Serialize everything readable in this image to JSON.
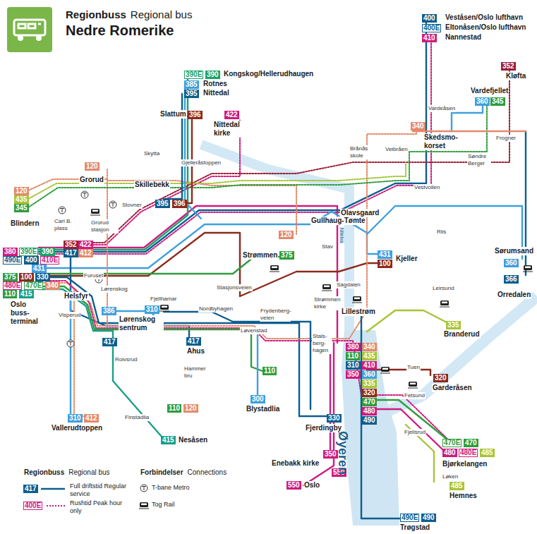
{
  "diagram": {
    "title": "Nedre Romerike",
    "nodes": [
      {
        "text": [
          "400"
        ]
      },
      {
        "text": [
          "400E"
        ]
      },
      {
        "text": [
          "410"
        ]
      },
      {
        "text": [
          "352"
        ]
      },
      {
        "text": [
          "390E"
        ]
      },
      {
        "text": [
          "390"
        ]
      },
      {
        "text": [
          "385"
        ]
      },
      {
        "text": [
          "395"
        ]
      },
      {
        "text": [
          "360"
        ]
      },
      {
        "text": [
          "345"
        ]
      },
      {
        "text": [
          "396"
        ]
      },
      {
        "text": [
          "422"
        ]
      },
      {
        "text": [
          "340"
        ]
      },
      {
        "text": [
          "120"
        ]
      },
      {
        "text": [
          "120"
        ]
      },
      {
        "text": [
          "435"
        ]
      },
      {
        "text": [
          "345"
        ]
      },
      {
        "text": [
          "395"
        ]
      },
      {
        "text": [
          "396"
        ]
      },
      {
        "text": [
          "120"
        ]
      },
      {
        "text": [
          "375"
        ]
      },
      {
        "text": [
          "431"
        ]
      },
      {
        "text": [
          "100"
        ]
      },
      {
        "text": [
          "360"
        ]
      },
      {
        "text": [
          "366"
        ]
      },
      {
        "text": [
          "380"
        ]
      },
      {
        "text": [
          "390E"
        ]
      },
      {
        "text": [
          "390"
        ]
      },
      {
        "text": [
          "352"
        ]
      },
      {
        "text": [
          "422"
        ]
      },
      {
        "text": [
          "417"
        ]
      },
      {
        "text": [
          "412"
        ]
      },
      {
        "text": [
          "490E"
        ]
      },
      {
        "text": [
          "400"
        ]
      },
      {
        "text": [
          "410E"
        ]
      },
      {
        "text": [
          "431"
        ]
      },
      {
        "text": [
          "375"
        ]
      },
      {
        "text": [
          "100"
        ]
      },
      {
        "text": [
          "330"
        ]
      },
      {
        "text": [
          "480E"
        ]
      },
      {
        "text": [
          "470E"
        ]
      },
      {
        "text": [
          "340"
        ]
      },
      {
        "text": [
          "110"
        ]
      },
      {
        "text": [
          "415"
        ]
      },
      {
        "text": [
          "386"
        ]
      },
      {
        "text": [
          "310"
        ]
      },
      {
        "text": [
          "417"
        ]
      },
      {
        "text": [
          "417"
        ]
      },
      {
        "text": [
          "110"
        ]
      },
      {
        "text": [
          "300"
        ]
      },
      {
        "text": [
          "110"
        ]
      },
      {
        "text": [
          "120"
        ]
      },
      {
        "text": [
          "310"
        ]
      },
      {
        "text": [
          "412"
        ]
      },
      {
        "text": [
          "415"
        ]
      },
      {
        "text": [
          "330"
        ]
      },
      {
        "text": [
          "380"
        ]
      },
      {
        "text": [
          "340"
        ]
      },
      {
        "text": [
          "110"
        ]
      },
      {
        "text": [
          "435"
        ]
      },
      {
        "text": [
          "310"
        ]
      },
      {
        "text": [
          "410"
        ]
      },
      {
        "text": [
          "350"
        ]
      },
      {
        "text": [
          "360"
        ]
      },
      {
        "text": [
          "335"
        ]
      },
      {
        "text": [
          "320"
        ]
      },
      {
        "text": [
          "470"
        ]
      },
      {
        "text": [
          "480"
        ]
      },
      {
        "text": [
          "490"
        ]
      },
      {
        "text": [
          "335"
        ]
      },
      {
        "text": [
          "320"
        ]
      },
      {
        "text": [
          "350"
        ]
      },
      {
        "text": [
          "550"
        ]
      },
      {
        "text": [
          "550"
        ]
      },
      {
        "text": [
          "470E"
        ]
      },
      {
        "text": [
          "470"
        ]
      },
      {
        "text": [
          "480"
        ]
      },
      {
        "text": [
          "480E"
        ]
      },
      {
        "text": [
          "485"
        ]
      },
      {
        "text": [
          "485"
        ]
      },
      {
        "text": [
          "490E"
        ]
      },
      {
        "text": [
          "490"
        ]
      },
      {
        "text": [
          "417"
        ]
      },
      {
        "text": [
          "400E"
        ]
      }
    ],
    "labels": [
      "Regionbuss",
      "Regional bus",
      "Veståsen/Oslo lufthavn",
      "Eltonåsen/Oslo lufthavn",
      "Nannestad",
      "Kløfta",
      "Vardefjellet",
      "Kongskog/Hellerudhaugen",
      "Rotnes",
      "Nittedal",
      "Slattum",
      "Nittedal kirke",
      "Vardeåsen",
      "Skedsmo-korset",
      "Frogner",
      "Brånås skole",
      "Veibråen",
      "Søndre Berger",
      "Skytta",
      "Gjelleråstoppen",
      "Grorud",
      "Skillebekk",
      "Stovner",
      "Vestvollen",
      "Blindern",
      "Carl B. plass",
      "Grorud stasjon",
      "Olavsgaard",
      "Gullhaug-Tømte",
      "Riis",
      "Strømmen",
      "Stav",
      "Kjeller",
      "Sørumsand",
      "Orredalen",
      "Furuset",
      "Lørenskog",
      "Oslo buss-terminal",
      "Helsfyr",
      "Visperud",
      "Fjellhamar",
      "Stasjonsveien",
      "Nordbyhagen",
      "Frydenberg-veien",
      "Sagdalen",
      "Strømmen kirke",
      "Lillestrøm",
      "Leirsund",
      "Lørenskog sentrum",
      "Ahus",
      "Løvenstad",
      "Stals-berg-hagen",
      "Branderud",
      "Rolvsrud",
      "Hammer bru",
      "Tuen",
      "Garderåsen",
      "Fetsund",
      "Blystadlia",
      "Finstadlia",
      "Fjerdingby",
      "Vallerudtoppen",
      "Nesåsen",
      "Fjellsrud",
      "Bjørkelangen",
      "Enebakk kirke",
      "Oslo",
      "Løken",
      "Hemnes",
      "Trøgstad",
      "Øyeren",
      "Nitelva",
      "Regionbuss",
      "Regional bus",
      "Forbindelser",
      "Connections"
    ],
    "legend": [
      {
        "text": "Full driftstid Regular service"
      },
      {
        "text": "Rushtid Peak hour only"
      },
      {
        "text": "T-bane Metro"
      },
      {
        "text": "Tog Rail"
      }
    ]
  }
}
